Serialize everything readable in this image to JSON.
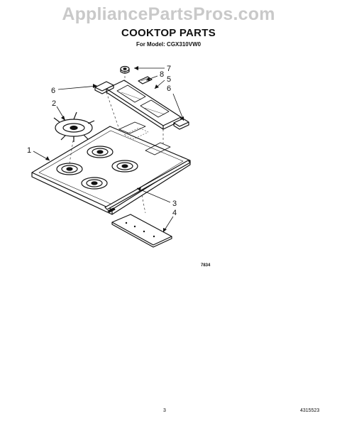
{
  "watermark": "AppliancePartsPros.com",
  "title": "COOKTOP PARTS",
  "subtitle": "For Model: CGX310VW0",
  "callouts": {
    "c1": "1",
    "c2": "2",
    "c3": "3",
    "c4": "4",
    "c5": "5",
    "c6a": "6",
    "c6b": "6",
    "c7": "7",
    "c8": "8"
  },
  "figure_code": "7834",
  "page_number": "3",
  "doc_number": "4315523"
}
